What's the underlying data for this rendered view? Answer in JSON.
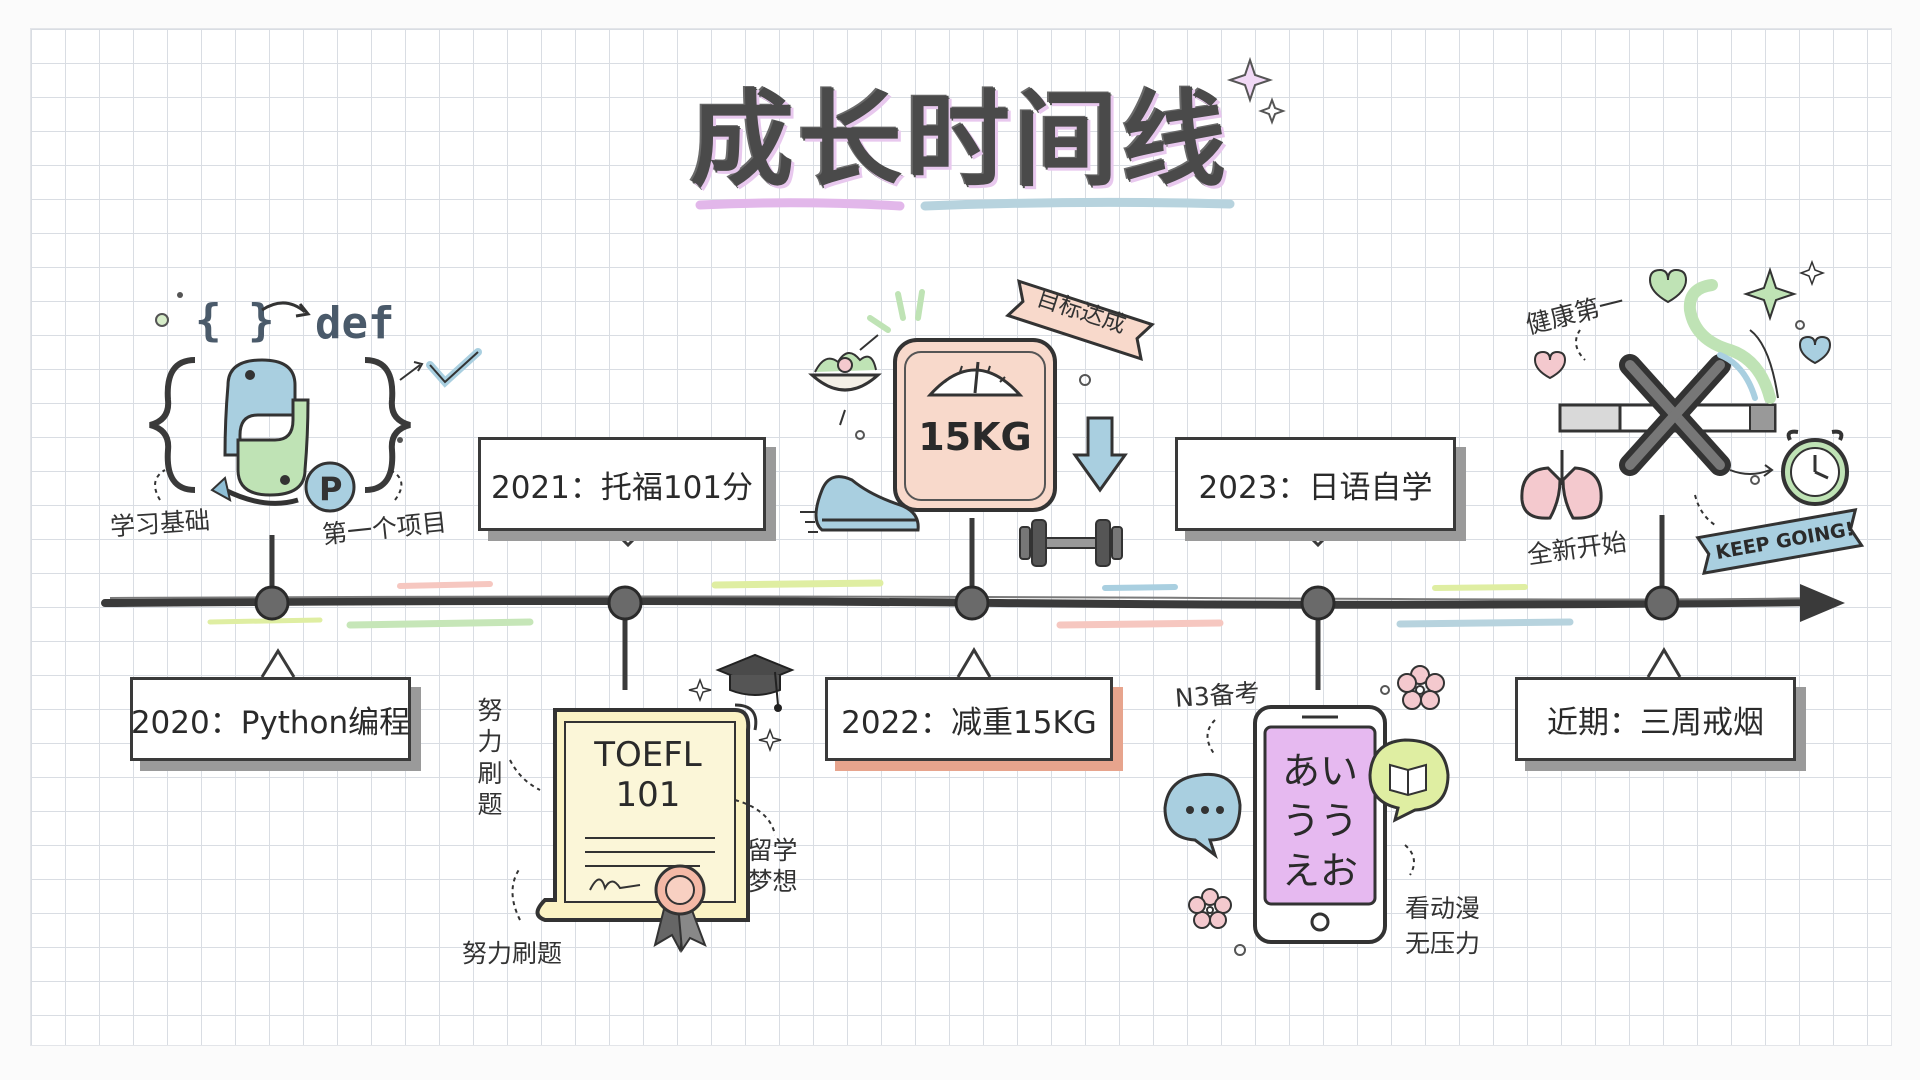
{
  "title": "成长时间线",
  "events": [
    {
      "label": "2020：Python编程",
      "notes": [
        "学习基础",
        "第一个项目"
      ],
      "icon_text": [
        "{ }",
        "def",
        "P"
      ],
      "icon": "python-code-icon"
    },
    {
      "label": "2021：托福101分",
      "notes": [
        "努力刷题",
        "留学梦想",
        "努力刷题"
      ],
      "icon_text": [
        "TOEFL",
        "101"
      ],
      "icon": "certificate-icon"
    },
    {
      "label": "2022：减重15KG",
      "notes": [
        "目标达成"
      ],
      "icon_text": [
        "15KG"
      ],
      "icon": "scale-icon"
    },
    {
      "label": "2023：日语自学",
      "notes": [
        "N3备考",
        "看动漫",
        "无压力"
      ],
      "icon_text": [
        "あい",
        "うう",
        "えお"
      ],
      "icon": "phone-icon"
    },
    {
      "label": "近期：三周戒烟",
      "notes": [
        "健康第一",
        "全新开始"
      ],
      "icon_text": [
        "KEEP GOING!"
      ],
      "icon": "no-smoking-icon"
    }
  ],
  "colors": {
    "green": "#bfe3b5",
    "blue": "#a9cfe0",
    "pink": "#f4c9ce",
    "yellow": "#fbf3c4",
    "purple": "#e6b9f0",
    "peach": "#f8d9cb",
    "ink": "#3a3a3a"
  }
}
